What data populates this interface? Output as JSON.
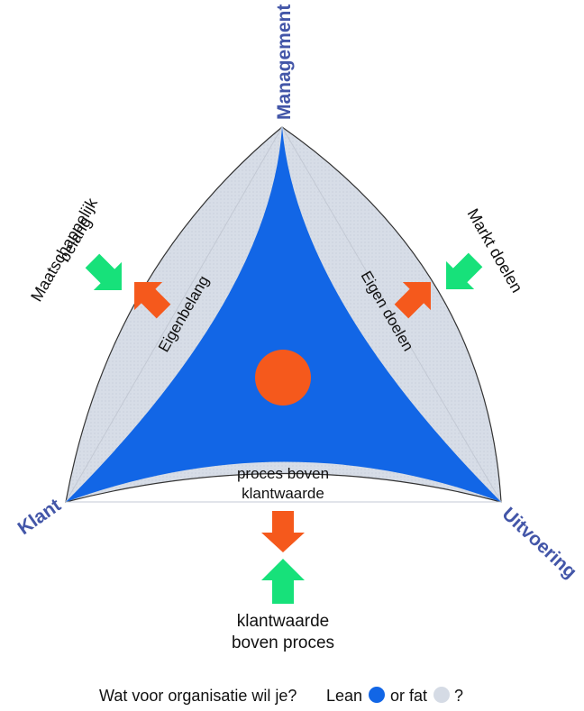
{
  "vertices": {
    "top": "Management",
    "left": "Klant",
    "right": "Uitvoering"
  },
  "outer_labels": {
    "left_line1": "Maatschappelijk",
    "left_line2": "belang",
    "right": "Markt doelen",
    "bottom_line1": "klantwaarde",
    "bottom_line2": "boven proces"
  },
  "inner_labels": {
    "left": "Eigenbelang",
    "right": "Eigen doelen",
    "bottom_line1": "proces boven",
    "bottom_line2": "klantwaarde"
  },
  "caption": {
    "question": "Wat voor organisatie wil je?",
    "lean": "Lean",
    "or_fat": "or fat",
    "end": "?"
  },
  "colors": {
    "outer_fill": "#d9dfe8",
    "inner_blue": "#1266e6",
    "orange": "#f5591c",
    "green": "#17e17a",
    "label_blue": "#4356a8"
  }
}
